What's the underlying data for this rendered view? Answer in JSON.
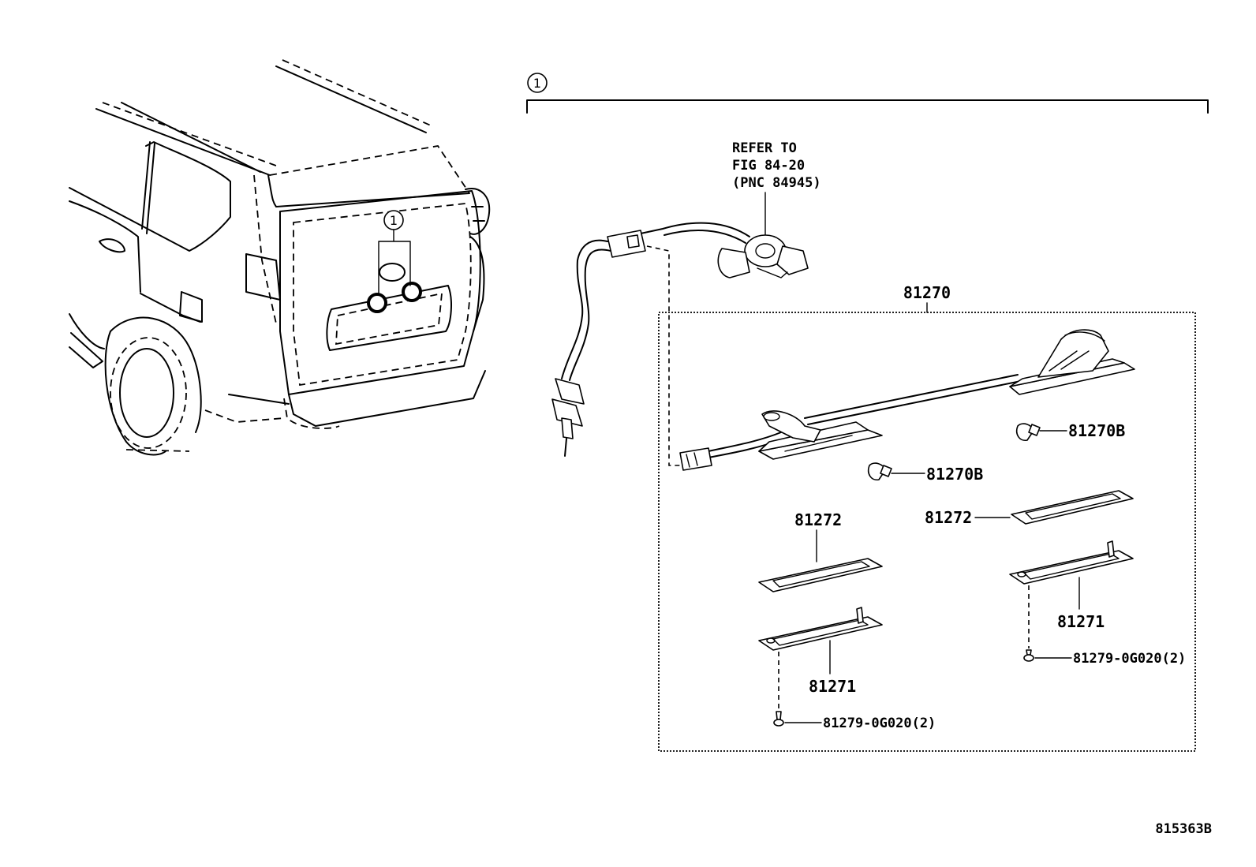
{
  "callout_number": "1",
  "refer_note": [
    "REFER TO",
    "FIG 84-20",
    "(PNC 84945)"
  ],
  "parts": {
    "assembly": "81270",
    "bulb_upper": "81270B",
    "bulb_lower": "81270B",
    "lens_left": "81272",
    "lens_right": "81272",
    "housing_left": "81271",
    "housing_right": "81271",
    "screw_left": "81279-0G020(2)",
    "screw_right": "81279-0G020(2)"
  },
  "figure_id": "815363B"
}
